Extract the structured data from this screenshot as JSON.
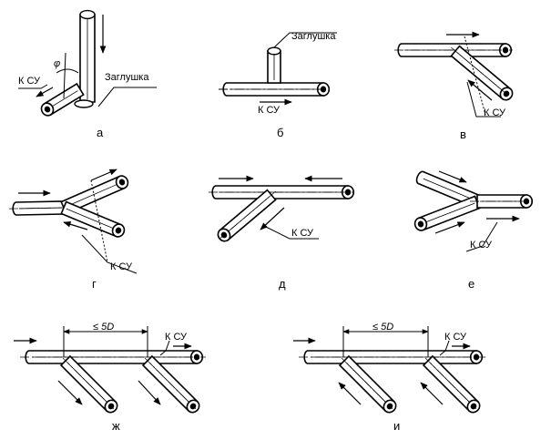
{
  "labels": {
    "to_su": "К СУ",
    "plug": "Заглушка",
    "phi": "φ",
    "spacing": "≤ 5D"
  },
  "captions": {
    "a": "а",
    "b": "б",
    "v": "в",
    "g": "г",
    "d": "д",
    "e": "е",
    "zh": "ж",
    "i": "и"
  },
  "colors": {
    "line": "#000000",
    "background": "#ffffff"
  }
}
